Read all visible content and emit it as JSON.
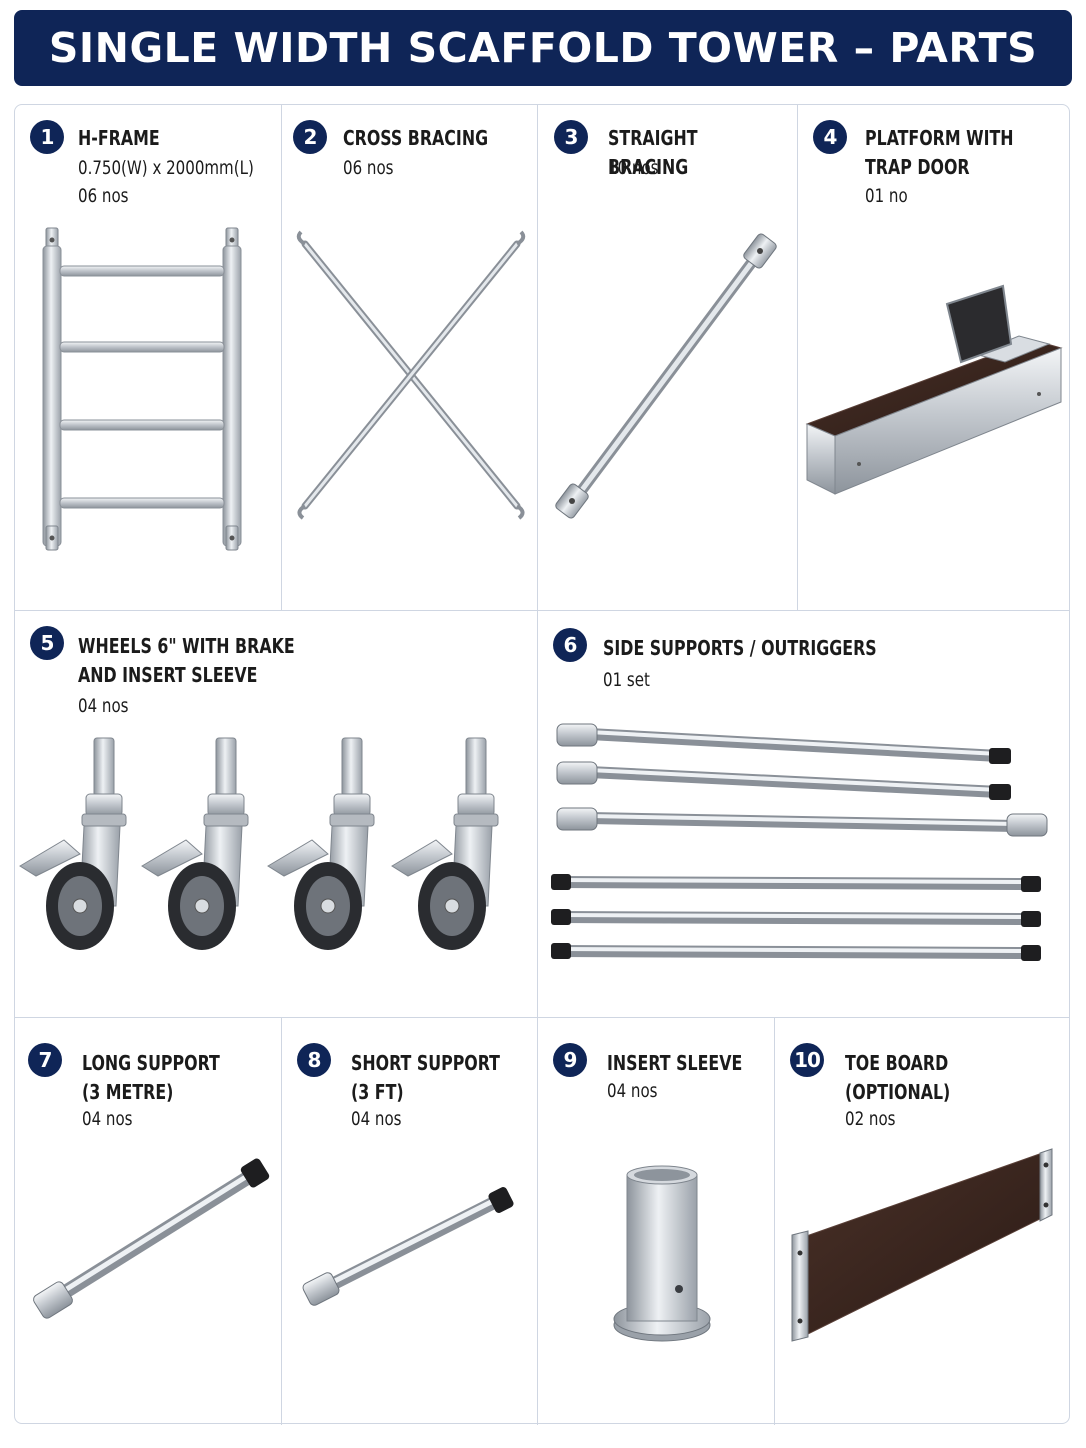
{
  "header": {
    "title": "SINGLE WIDTH SCAFFOLD TOWER – PARTS"
  },
  "parts": [
    {
      "number": "1",
      "name": "H-FRAME",
      "dimension": "0.750(W) x 2000mm(L)",
      "quantity": "06 nos",
      "icon": "h-frame-icon"
    },
    {
      "number": "2",
      "name": "CROSS BRACING",
      "quantity": "06 nos",
      "icon": "cross-bracing-icon"
    },
    {
      "number": "3",
      "name": "STRAIGHT BRACING",
      "quantity": "10 nos",
      "icon": "straight-bracing-icon"
    },
    {
      "number": "4",
      "name": "PLATFORM WITH\nTRAP DOOR",
      "quantity": "01 no",
      "icon": "platform-icon"
    },
    {
      "number": "5",
      "name": "WHEELS 6\" WITH BRAKE\nAND INSERT SLEEVE",
      "quantity": "04 nos",
      "icon": "wheel-icon"
    },
    {
      "number": "6",
      "name": "SIDE SUPPORTS / OUTRIGGERS",
      "quantity": "01 set",
      "icon": "outrigger-icon"
    },
    {
      "number": "7",
      "name": "LONG SUPPORT\n(3 METRE)",
      "quantity": "04 nos",
      "icon": "long-support-icon"
    },
    {
      "number": "8",
      "name": "SHORT SUPPORT\n(3 FT)",
      "quantity": "04 nos",
      "icon": "short-support-icon"
    },
    {
      "number": "9",
      "name": "INSERT SLEEVE",
      "quantity": "04 nos",
      "icon": "insert-sleeve-icon"
    },
    {
      "number": "10",
      "name": "TOE BOARD\n(OPTIONAL)",
      "quantity": "02 nos",
      "icon": "toe-board-icon"
    }
  ],
  "colors": {
    "banner": "#0f2557",
    "badge": "#0f2557",
    "grid": "#cfd6e2",
    "wood": "#3a2620",
    "metal": "#c4c9cf"
  }
}
